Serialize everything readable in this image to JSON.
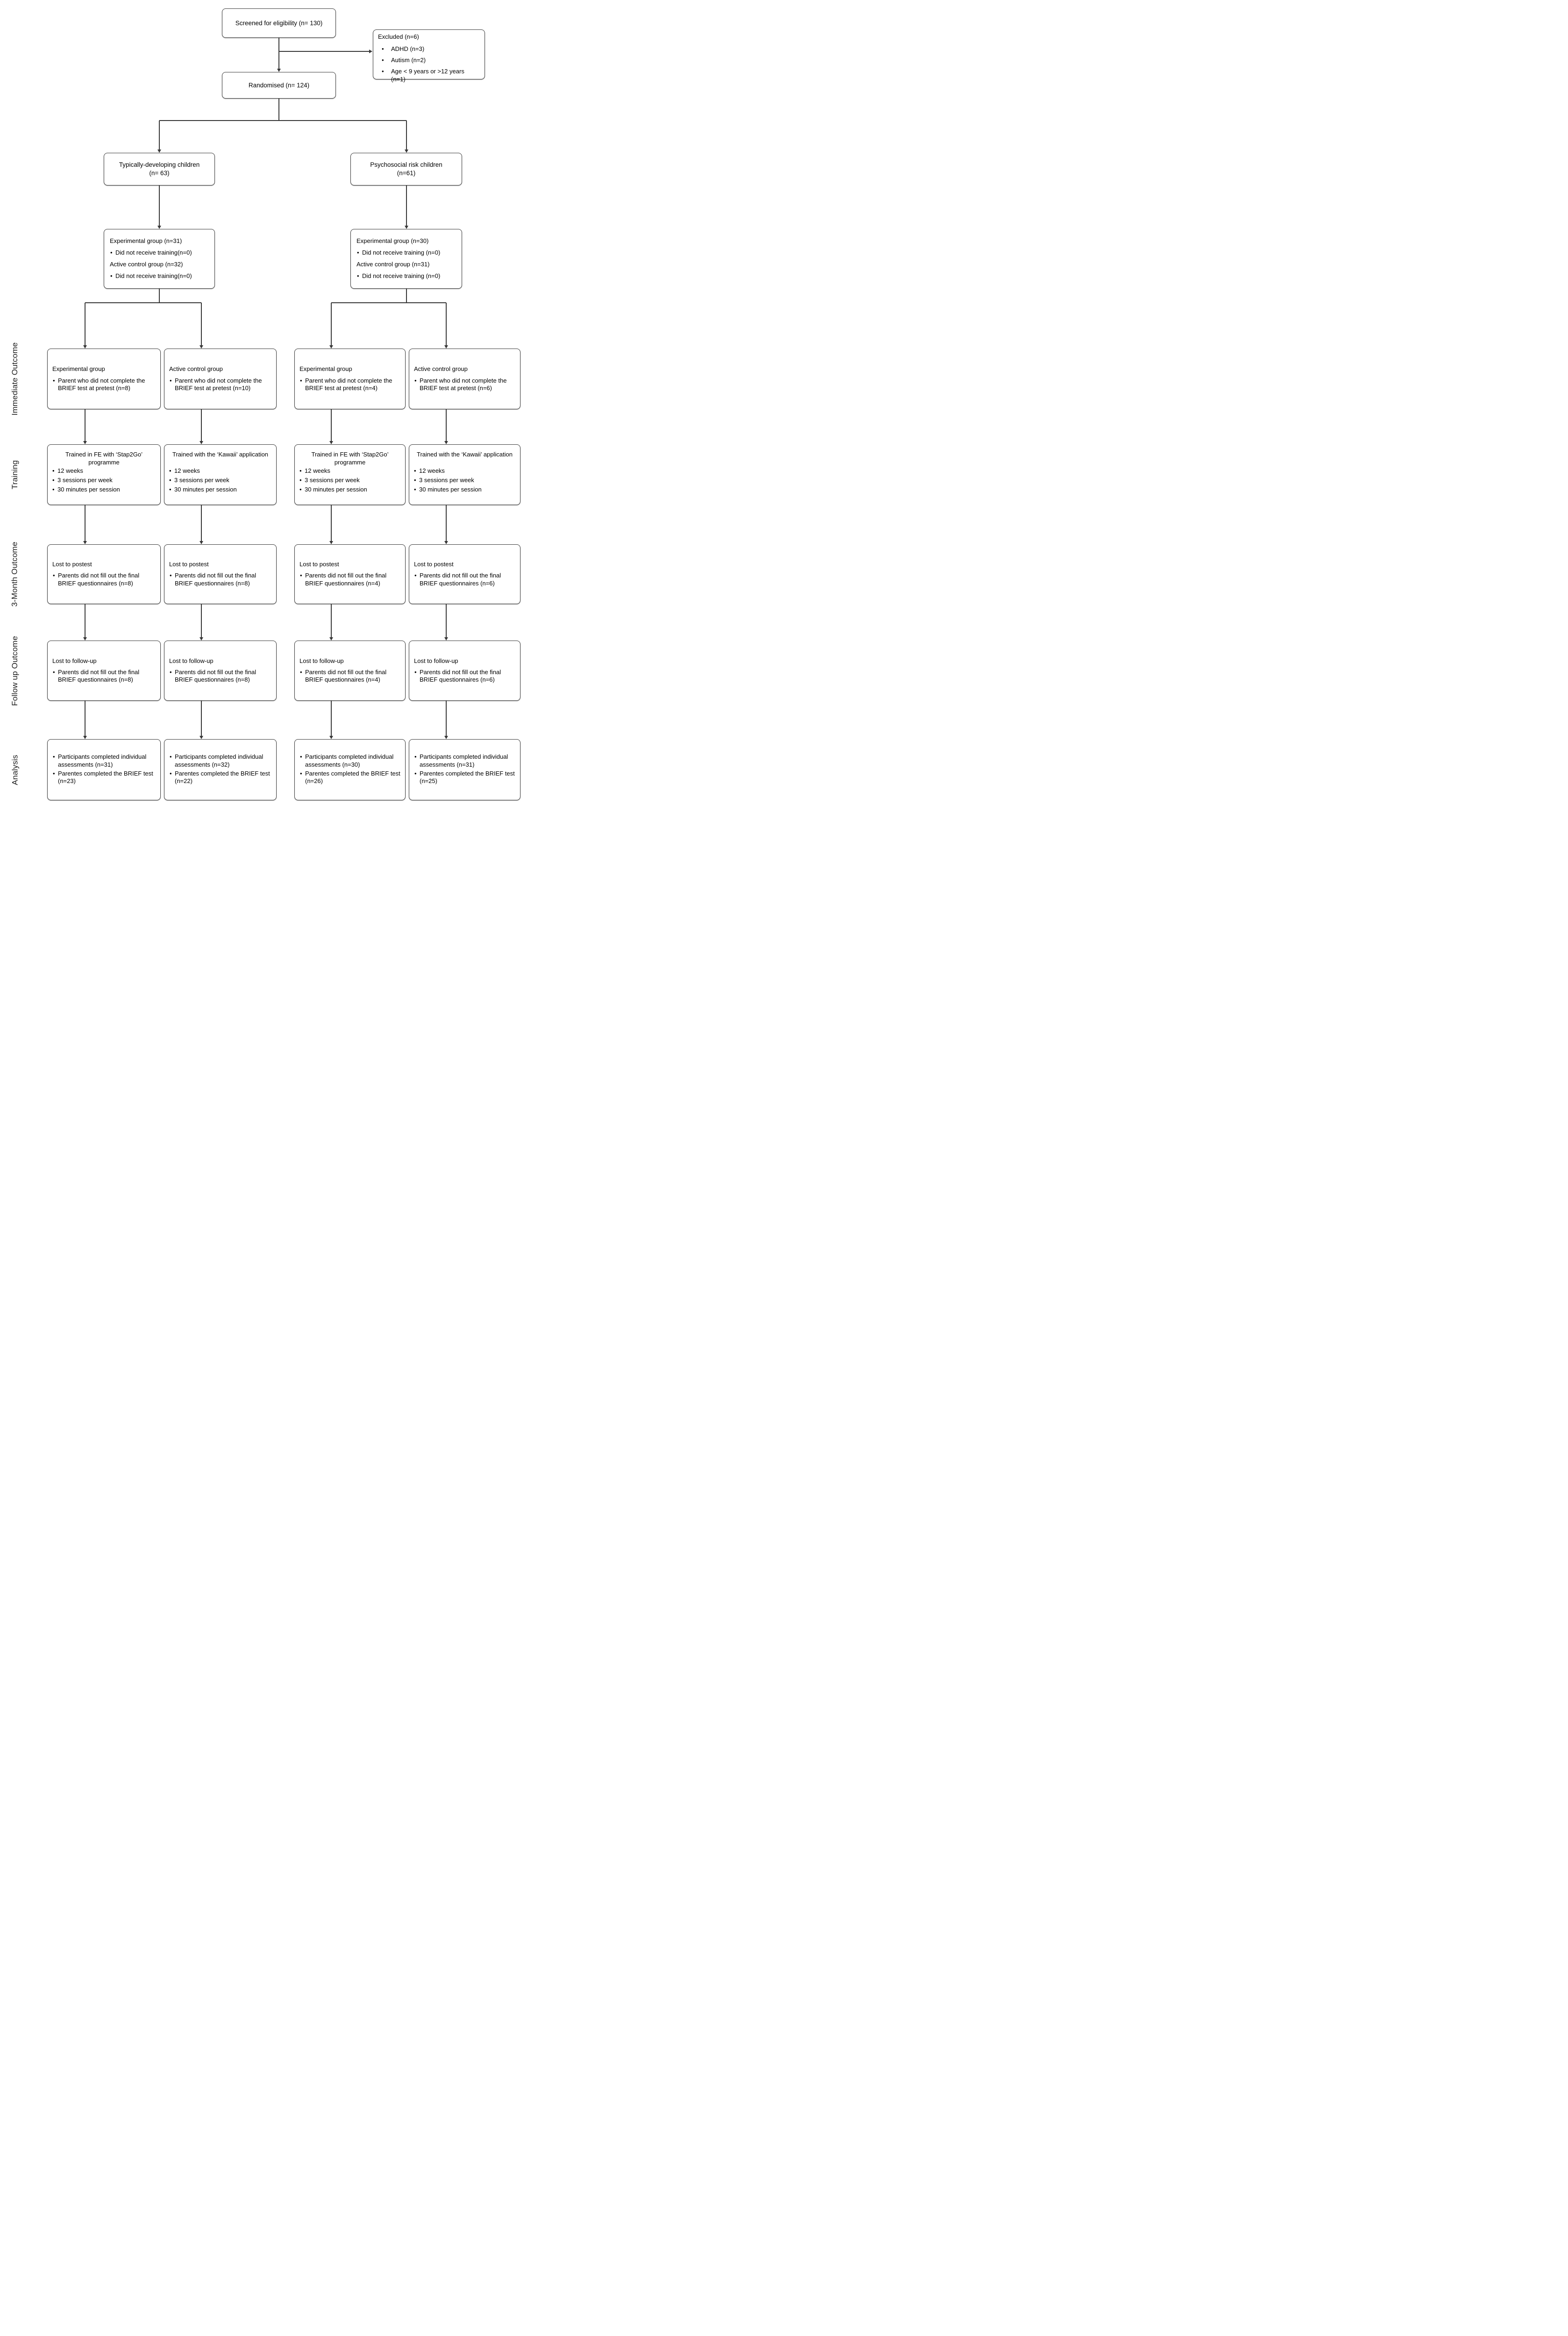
{
  "flow": {
    "screened": {
      "text": "Screened for eligibility (n= 130)"
    },
    "excluded": {
      "title": "Excluded (n=6)",
      "items": [
        "ADHD (n=3)",
        "Autism (n=2)",
        "Age < 9 years or >12 years (n=1)"
      ]
    },
    "randomised": {
      "text": "Randomised (n= 124)"
    },
    "arms": [
      {
        "line1": "Typically-developing children",
        "line2": "(n= 63)"
      },
      {
        "line1": "Psychosocial risk children",
        "line2": "(n=61)"
      }
    ],
    "allocation": [
      {
        "lines": [
          "Experimental group (n=31)",
          "Did not receive training(n=0)",
          "Active control group (n=32)",
          "Did not receive training(n=0)"
        ]
      },
      {
        "lines": [
          "Experimental group (n=30)",
          "Did not receive training (n=0)",
          "Active control group (n=31)",
          "Did not receive training (n=0)"
        ]
      }
    ]
  },
  "rows": {
    "immediate": [
      {
        "title": "Experimental group",
        "bullet": "Parent who did not complete the BRIEF test at pretest (n=8)"
      },
      {
        "title": "Active control group",
        "bullet": "Parent who did not complete the BRIEF test at pretest (n=10)"
      },
      {
        "title": "Experimental group",
        "bullet": "Parent who did not complete the BRIEF test at pretest (n=4)"
      },
      {
        "title": "Active control group",
        "bullet": "Parent who did not complete the BRIEF test at pretest (n=6)"
      }
    ],
    "training": [
      {
        "title": "Trained in FE with ‘Stap2Go’ programme",
        "bullets": [
          "12 weeks",
          "3 sessions per week",
          "30 minutes per session"
        ]
      },
      {
        "title": "Trained with the ‘Kawaii’ application",
        "bullets": [
          "12 weeks",
          "3 sessions per week",
          "30 minutes per session"
        ]
      },
      {
        "title": "Trained in FE with ‘Stap2Go’ programme",
        "bullets": [
          "12 weeks",
          "3 sessions per week",
          "30 minutes per session"
        ]
      },
      {
        "title": "Trained with the ‘Kawaii’ application",
        "bullets": [
          "12 weeks",
          "3 sessions per week",
          "30 minutes per session"
        ]
      }
    ],
    "three_month": [
      {
        "title": "Lost to postest",
        "bullet": "Parents did not fill out the final BRIEF questionnaires (n=8)"
      },
      {
        "title": "Lost to postest",
        "bullet": "Parents did not fill out the final BRIEF questionnaires (n=8)"
      },
      {
        "title": "Lost to postest",
        "bullet": "Parents did not fill out the final BRIEF questionnaires (n=4)"
      },
      {
        "title": "Lost to postest",
        "bullet": "Parents did not fill out the final BRIEF questionnaires (n=6)"
      }
    ],
    "follow_up": [
      {
        "title": "Lost to follow-up",
        "bullet": "Parents did not fill out the final BRIEF questionnaires (n=8)"
      },
      {
        "title": "Lost to follow-up",
        "bullet": "Parents did not fill out the final BRIEF questionnaires (n=8)"
      },
      {
        "title": "Lost to follow-up",
        "bullet": "Parents did not fill out the final BRIEF questionnaires (n=4)"
      },
      {
        "title": "Lost to follow-up",
        "bullet": "Parents did not fill out the final BRIEF questionnaires (n=6)"
      }
    ],
    "analysis": [
      {
        "bullets": [
          "Participants completed individual assessments (n=31)",
          "Parentes completed the BRIEF test (n=23)"
        ]
      },
      {
        "bullets": [
          "Participants completed individual assessments (n=32)",
          "Parentes completed the BRIEF test (n=22)"
        ]
      },
      {
        "bullets": [
          "Participants completed individual assessments (n=30)",
          "Parentes completed the BRIEF test (n=26)"
        ]
      },
      {
        "bullets": [
          "Participants completed individual assessments (n=31)",
          "Parentes completed the BRIEF test (n=25)"
        ]
      }
    ]
  },
  "row_labels": [
    "Immediate Outcome",
    "Training",
    "3-Month Outcome",
    "Follow up Outcome",
    "Analysis"
  ],
  "colors": {
    "box_border": "#404040",
    "connector": "#383838",
    "text": "#000000"
  }
}
